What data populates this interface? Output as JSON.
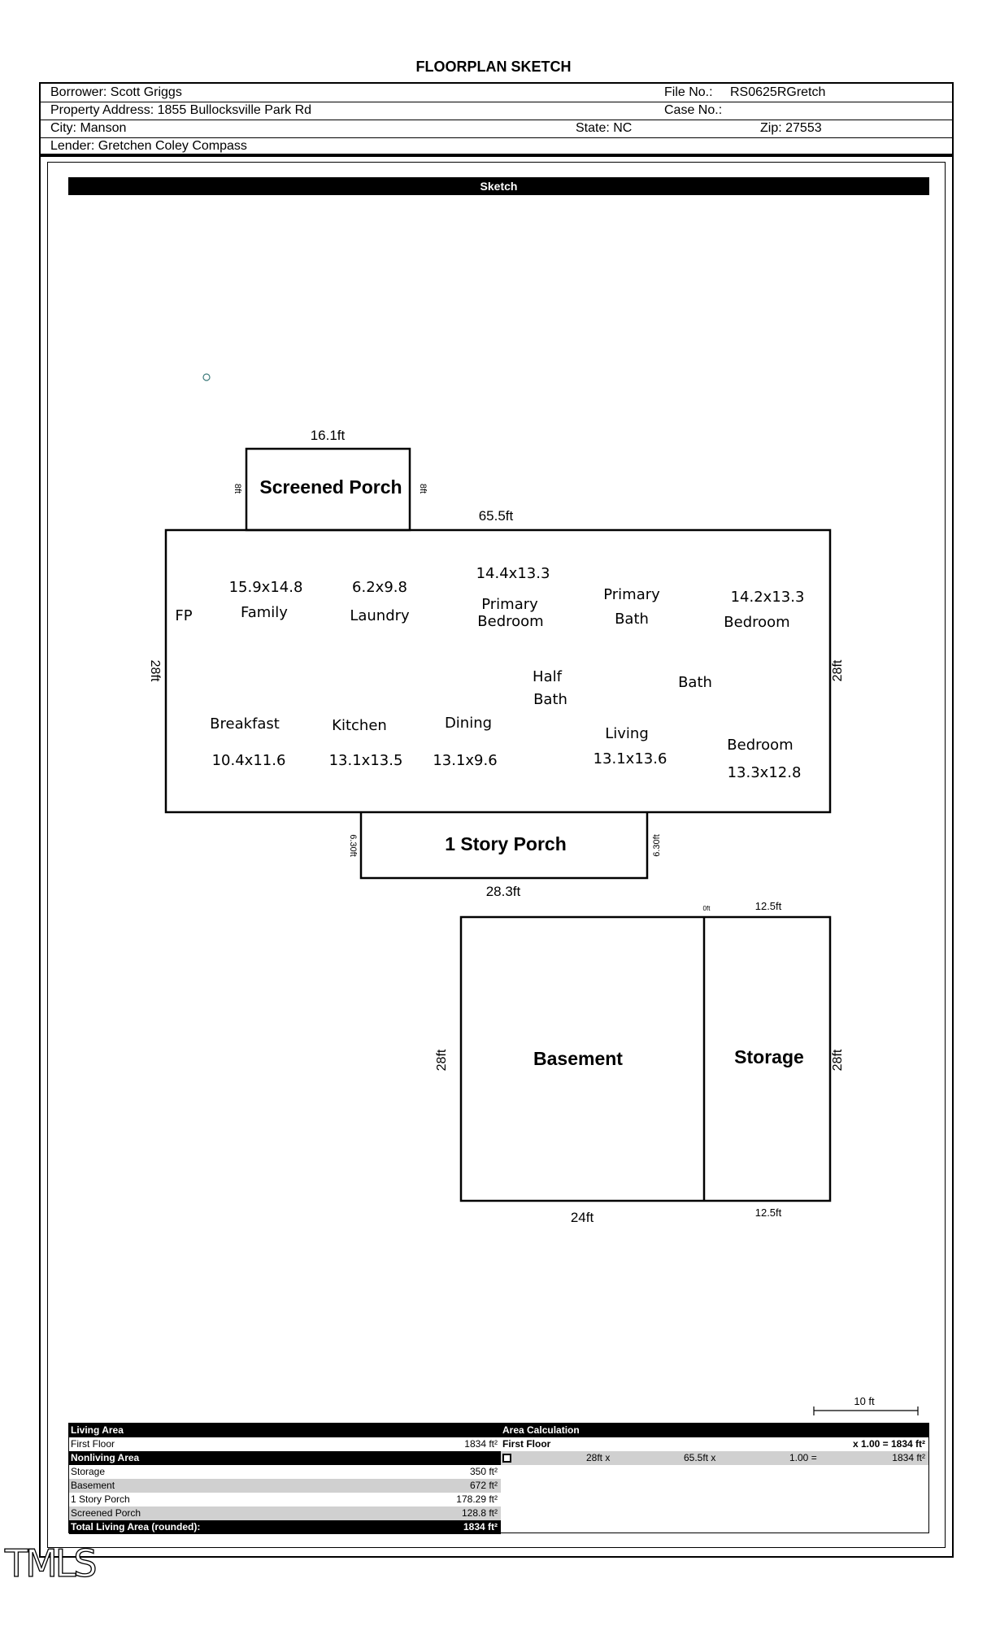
{
  "header": {
    "title": "FLOORPLAN SKETCH",
    "borrower": "Borrower: Scott Griggs",
    "file_no_label": "File No.:",
    "file_no": "RS0625RGretch",
    "address": "Property Address: 1855 Bullocksville Park Rd",
    "case_no_label": "Case No.:",
    "city": "City: Manson",
    "state": "State: NC",
    "zip": "Zip: 27553",
    "lender": "Lender: Gretchen Coley Compass"
  },
  "sketch": {
    "bar_label": "Sketch",
    "screened_porch": {
      "label": "Screened Porch",
      "width": "16.1ft",
      "side_left": "8ft",
      "side_right": "8ft"
    },
    "main": {
      "top": "65.5ft",
      "left": "28ft",
      "right": "28ft"
    },
    "rooms": {
      "fp": "FP",
      "family_dim": "15.9x14.8",
      "family": "Family",
      "laundry_dim": "6.2x9.8",
      "laundry": "Laundry",
      "primary_bed_dim": "14.4x13.3",
      "primary_bed_1": "Primary",
      "primary_bed_2": "Bedroom",
      "primary_bath_1": "Primary",
      "primary_bath_2": "Bath",
      "bedroom1_dim": "14.2x13.3",
      "bedroom1": "Bedroom",
      "half_bath_1": "Half",
      "half_bath_2": "Bath",
      "bath": "Bath",
      "breakfast": "Breakfast",
      "breakfast_dim": "10.4x11.6",
      "kitchen": "Kitchen",
      "kitchen_dim": "13.1x13.5",
      "dining": "Dining",
      "dining_dim": "13.1x9.6",
      "living": "Living",
      "living_dim": "13.1x13.6",
      "bedroom2": "Bedroom",
      "bedroom2_dim": "13.3x12.8"
    },
    "story_porch": {
      "label": "1 Story Porch",
      "bottom": "28.3ft",
      "left": "6.30ft",
      "right": "6.30ft"
    },
    "basement": {
      "label": "Basement",
      "left": "28ft",
      "bottom": "24ft",
      "top_small": "0ft"
    },
    "storage": {
      "label": "Storage",
      "right": "28ft",
      "top": "12.5ft",
      "bottom": "12.5ft"
    },
    "scale_label": "10 ft"
  },
  "summary": {
    "living_area_label": "Living Area",
    "first_floor_label": "First Floor",
    "first_floor_value": "1834 ft²",
    "nonliving_label": "Nonliving Area",
    "nonliving": [
      {
        "name": "Storage",
        "value": "350 ft²"
      },
      {
        "name": "Basement",
        "value": "672 ft²"
      },
      {
        "name": "1 Story Porch",
        "value": "178.29 ft²"
      },
      {
        "name": "Screened Porch",
        "value": "128.8 ft²"
      }
    ],
    "total_label": "Total Living Area (rounded):",
    "total_value": "1834 ft²",
    "area_calc_label": "Area Calculation",
    "calc_floor": "First Floor",
    "calc_floor_result": "x 1.00 = 1834 ft²",
    "calc_a": "28ft x",
    "calc_b": "65.5ft x",
    "calc_c": "1.00 =",
    "calc_d": "1834 ft²"
  },
  "logo": "TMLS"
}
